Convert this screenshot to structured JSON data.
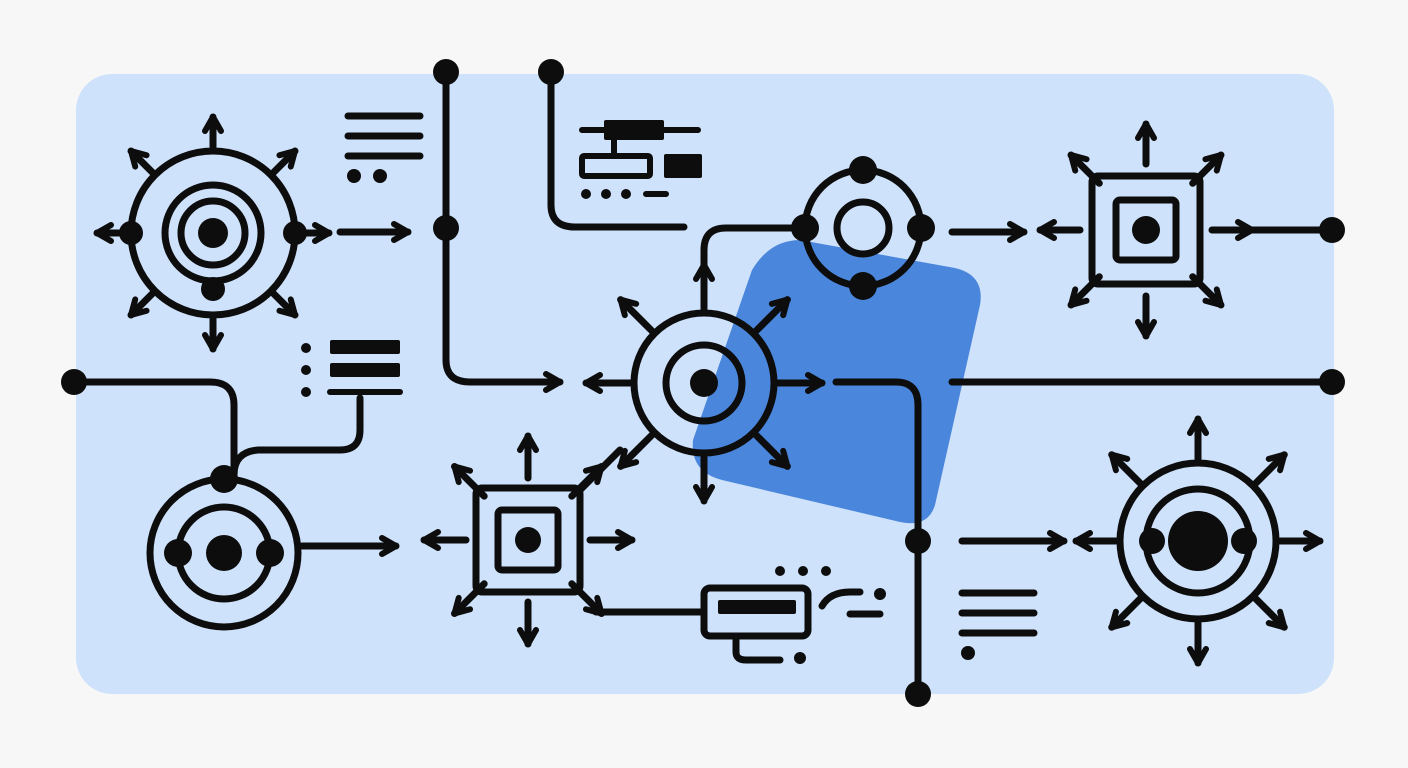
{
  "diagram": {
    "colors": {
      "page_background": "#f7f7f7",
      "panel_fill": "#cfe2fb",
      "accent_shape": "#4a86dc",
      "stroke": "#0d0d0d"
    },
    "nodes": [
      {
        "id": "hub-top-left",
        "kind": "radial-target",
        "arrows": 8
      },
      {
        "id": "hub-center",
        "kind": "radial-target",
        "arrows": 8
      },
      {
        "id": "hub-bottom-right",
        "kind": "radial-target",
        "arrows": 8
      },
      {
        "id": "ring-top-center",
        "kind": "ring-with-ports",
        "ports": 4
      },
      {
        "id": "ring-bottom-left",
        "kind": "ring-with-ports",
        "ports": 3
      },
      {
        "id": "square-top-right",
        "kind": "square-with-arrows",
        "arrows": 8
      },
      {
        "id": "square-bottom-center",
        "kind": "square-with-arrows",
        "arrows": 8
      },
      {
        "id": "component-bottom",
        "kind": "component-block",
        "arrows": 0
      }
    ],
    "icons": [
      "text-lines-icon",
      "bar-label-icon",
      "dots-icon"
    ]
  }
}
